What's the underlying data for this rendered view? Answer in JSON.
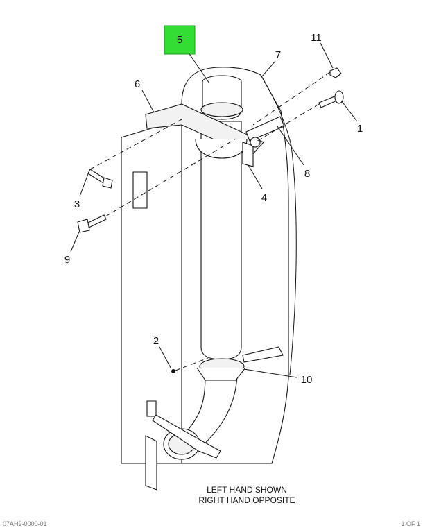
{
  "diagram": {
    "callouts": [
      {
        "id": "c1",
        "label": "1"
      },
      {
        "id": "c2",
        "label": "2"
      },
      {
        "id": "c3",
        "label": "3"
      },
      {
        "id": "c4",
        "label": "4"
      },
      {
        "id": "c5",
        "label": "5",
        "highlight": "#33dd33"
      },
      {
        "id": "c6",
        "label": "6"
      },
      {
        "id": "c7",
        "label": "7"
      },
      {
        "id": "c8",
        "label": "8"
      },
      {
        "id": "c9",
        "label": "9"
      },
      {
        "id": "c10",
        "label": "10"
      },
      {
        "id": "c11",
        "label": "11"
      }
    ],
    "note_line1": "LEFT HAND SHOWN",
    "note_line2": "RIGHT HAND OPPOSITE",
    "footer_left": "07AH9-0000-01",
    "footer_right": "1 OF 1"
  }
}
